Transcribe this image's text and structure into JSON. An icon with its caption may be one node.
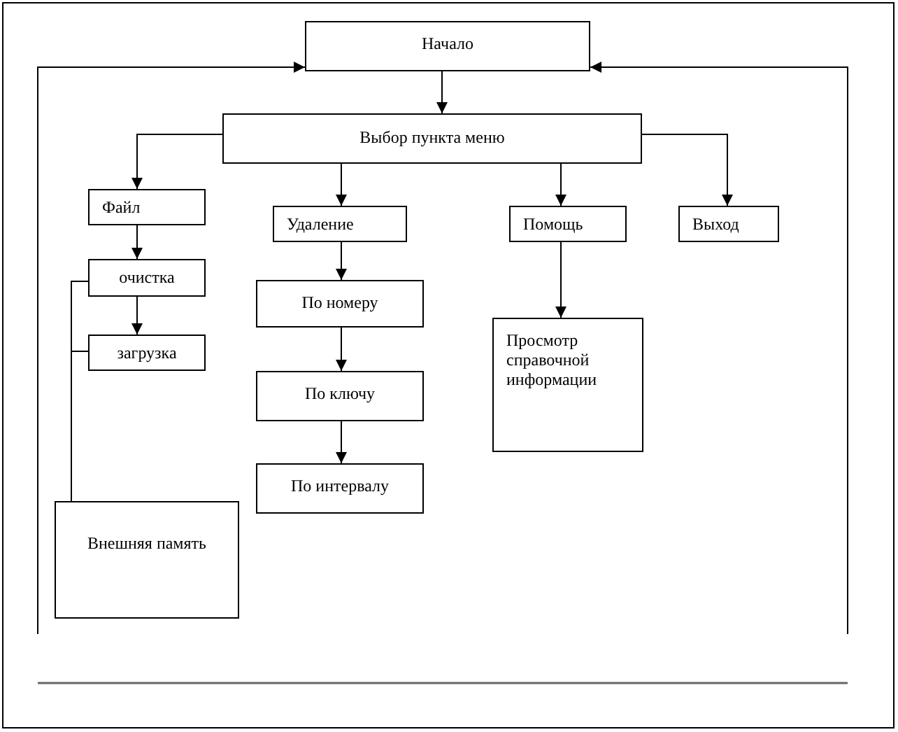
{
  "diagram": {
    "nodes": [
      {
        "text": [
          "Начало"
        ]
      },
      {
        "text": [
          "Выбор пункта меню"
        ]
      },
      {
        "text": [
          "Файл"
        ]
      },
      {
        "text": [
          "Удаление"
        ]
      },
      {
        "text": [
          "Помощь"
        ]
      },
      {
        "text": [
          "Выход"
        ]
      },
      {
        "text": [
          "очистка"
        ]
      },
      {
        "text": [
          "загрузка"
        ]
      },
      {
        "text": [
          "По номеру"
        ]
      },
      {
        "text": [
          "По ключу"
        ]
      },
      {
        "text": [
          "По интервалу"
        ]
      },
      {
        "text": [
          "Просмотр справочной информации"
        ]
      },
      {
        "text": [
          "Внешняя память"
        ]
      }
    ],
    "edges": [
      {
        "from": 0,
        "to": 1,
        "arrow": "to"
      },
      {
        "from": 1,
        "to": 2,
        "arrow": "to"
      },
      {
        "from": 1,
        "to": 3,
        "arrow": "to"
      },
      {
        "from": 1,
        "to": 4,
        "arrow": "to"
      },
      {
        "from": 1,
        "to": 5,
        "arrow": "to"
      },
      {
        "from": 2,
        "to": 6,
        "arrow": "to"
      },
      {
        "from": 6,
        "to": 7,
        "arrow": "to"
      },
      {
        "from": 3,
        "to": 8,
        "arrow": "to"
      },
      {
        "from": 8,
        "to": 9,
        "arrow": "to"
      },
      {
        "from": 9,
        "to": 10,
        "arrow": "to"
      },
      {
        "from": 4,
        "to": 11,
        "arrow": "to"
      },
      {
        "from": 6,
        "to": 12,
        "arrow": "none"
      },
      {
        "from": 7,
        "to": 12,
        "arrow": "none"
      },
      {
        "from": null,
        "to": 0,
        "arrow": "to"
      },
      {
        "from": null,
        "to": 0,
        "arrow": "to"
      }
    ]
  }
}
